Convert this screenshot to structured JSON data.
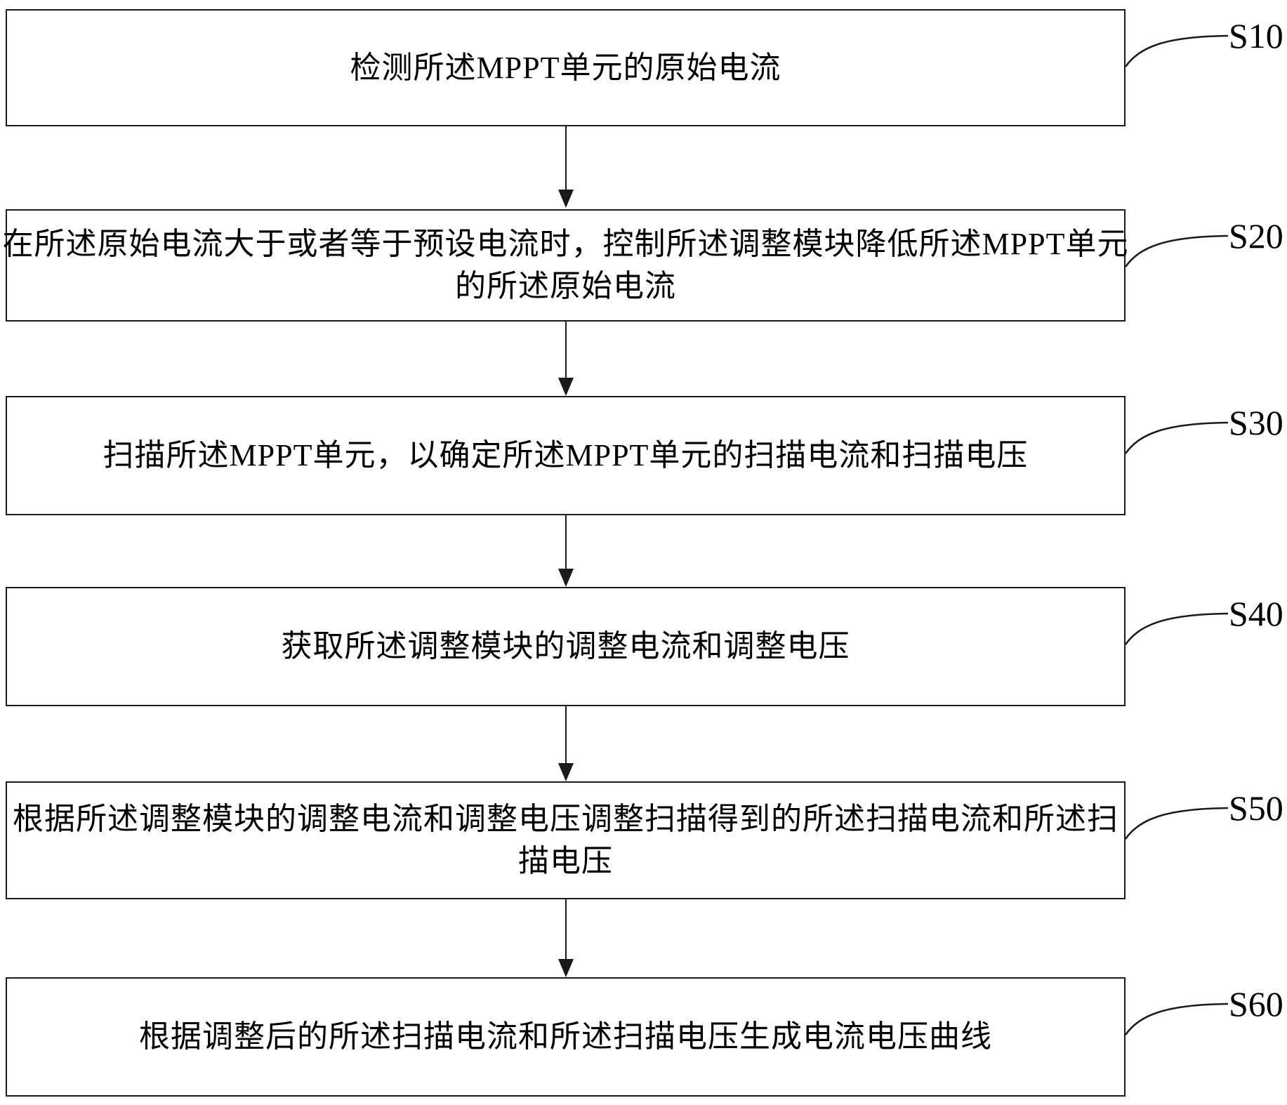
{
  "figure": {
    "type": "flowchart",
    "colors": {
      "line": "#1a1a1a",
      "background": "#ffffff",
      "text": "#000000"
    },
    "steps": [
      {
        "id": "S10",
        "text": "检测所述MPPT单元的原始电流"
      },
      {
        "id": "S20",
        "text": "在所述原始电流大于或者等于预设电流时，控制所述调整模块降低所述MPPT单元\n的所述原始电流"
      },
      {
        "id": "S30",
        "text": "扫描所述MPPT单元，以确定所述MPPT单元的扫描电流和扫描电压"
      },
      {
        "id": "S40",
        "text": "获取所述调整模块的调整电流和调整电压"
      },
      {
        "id": "S50",
        "text": "根据所述调整模块的调整电流和调整电压调整扫描得到的所述扫描电流和所述扫\n描电压"
      },
      {
        "id": "S60",
        "text": "根据调整后的所述扫描电流和所述扫描电压生成电流电压曲线"
      }
    ]
  }
}
